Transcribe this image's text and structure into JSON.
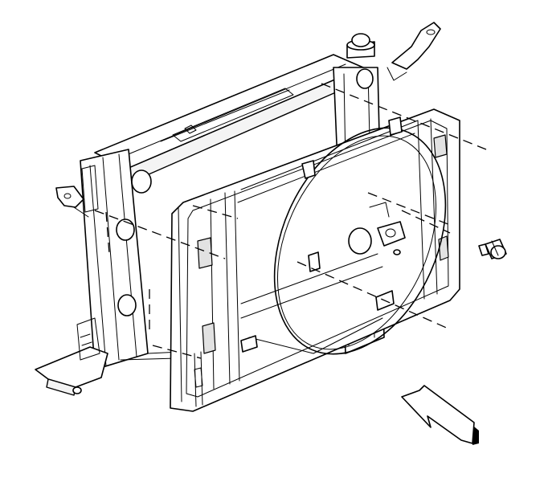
{
  "figure": {
    "parts": [
      "radiator",
      "fan-shroud",
      "shroud-bolt",
      "direction-arrow"
    ],
    "arrow_direction": "front-of-vehicle"
  }
}
